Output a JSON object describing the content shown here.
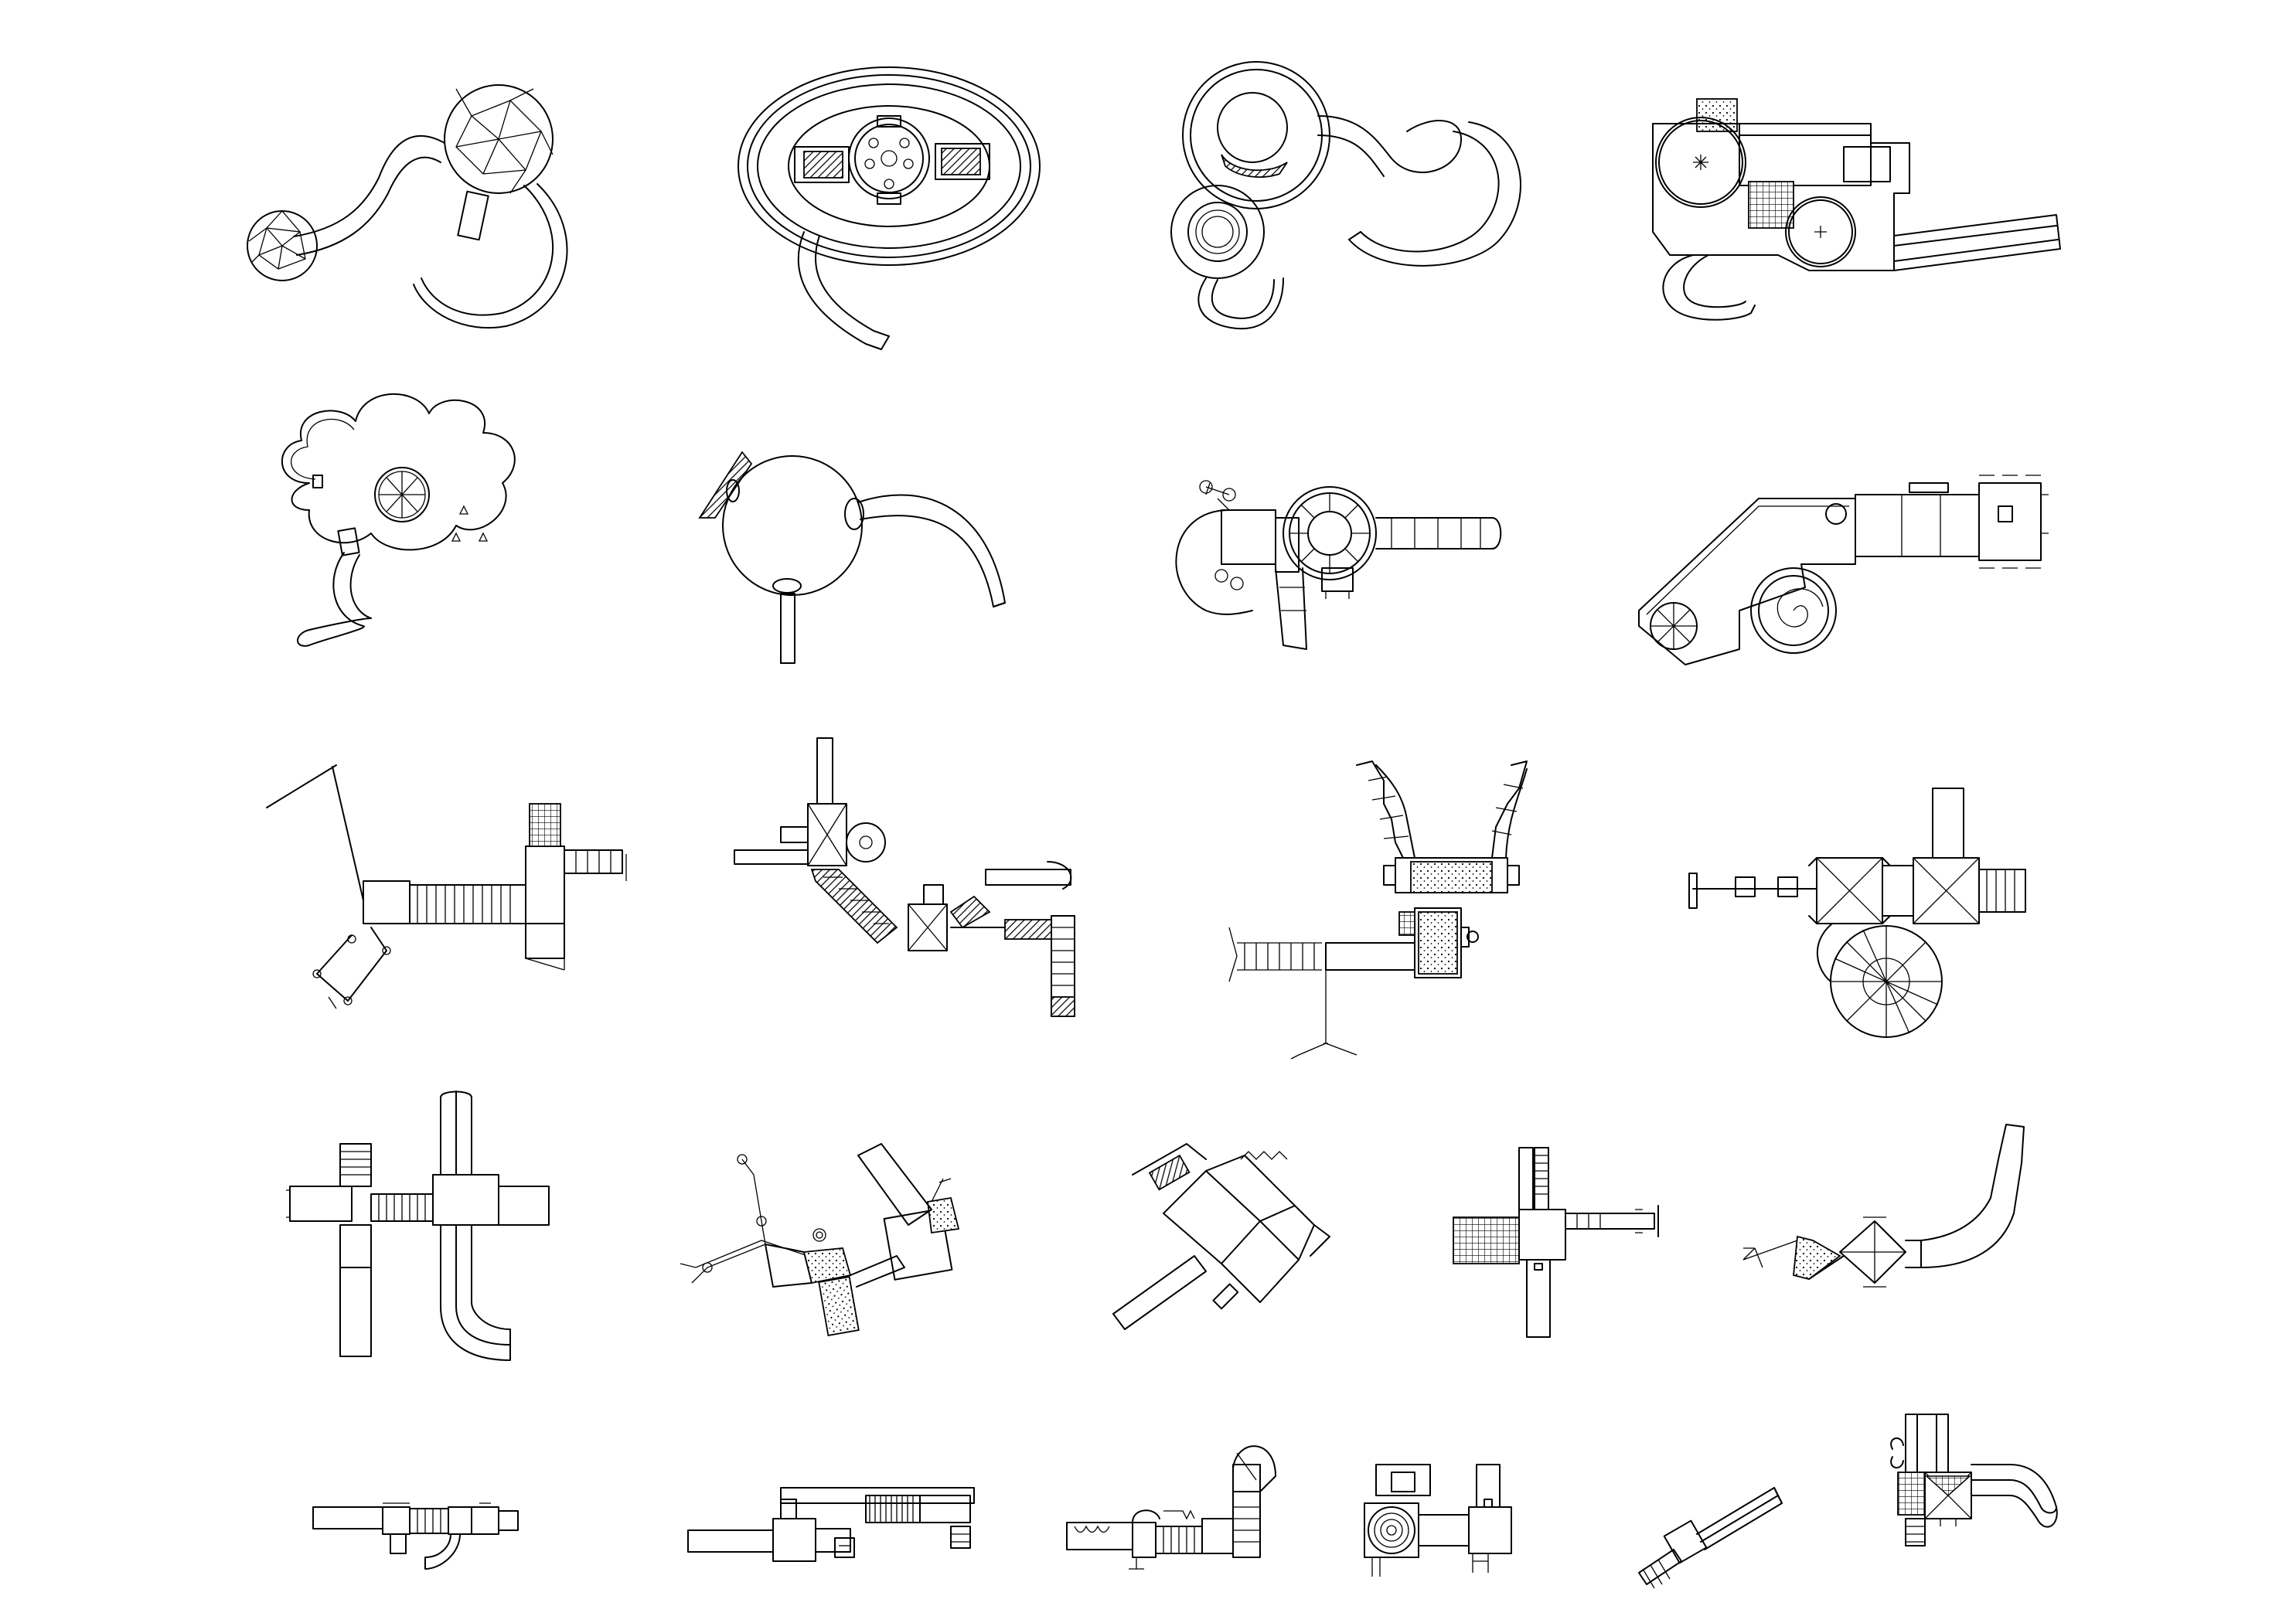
{
  "sheet": {
    "background": "#ffffff",
    "line_color": "#000000"
  },
  "symbols": [
    {
      "id": "geodesic-dome-play-structure",
      "row": 1,
      "col": 1
    },
    {
      "id": "oval-ring-play-structure",
      "row": 1,
      "col": 2
    },
    {
      "id": "round-tower-hook-slide-structure",
      "row": 1,
      "col": 3
    },
    {
      "id": "rectangular-deck-drum-structure",
      "row": 1,
      "col": 4
    },
    {
      "id": "cloud-deck-spiral-structure",
      "row": 2,
      "col": 1
    },
    {
      "id": "round-deck-curved-slide-structure",
      "row": 2,
      "col": 2
    },
    {
      "id": "wheel-tower-tube-slide-structure",
      "row": 2,
      "col": 3
    },
    {
      "id": "angled-deck-spiral-structure",
      "row": 2,
      "col": 4
    },
    {
      "id": "tower-bridge-swing-structure",
      "row": 3,
      "col": 1
    },
    {
      "id": "zigzag-ladder-structure",
      "row": 3,
      "col": 2
    },
    {
      "id": "twin-tube-slide-structure",
      "row": 3,
      "col": 3
    },
    {
      "id": "twin-tower-spiral-slide-structure",
      "row": 3,
      "col": 4
    },
    {
      "id": "double-slide-tower-structure",
      "row": 4,
      "col": 1
    },
    {
      "id": "rope-net-tower-structure",
      "row": 4,
      "col": 2
    },
    {
      "id": "diagonal-tower-slide-structure",
      "row": 4,
      "col": 3
    },
    {
      "id": "mesh-deck-cross-structure",
      "row": 4,
      "col": 4
    },
    {
      "id": "net-deck-hook-slide-structure",
      "row": 4,
      "col": 5
    },
    {
      "id": "small-linear-slide-structure",
      "row": 5,
      "col": 1
    },
    {
      "id": "long-bridge-structure",
      "row": 5,
      "col": 2
    },
    {
      "id": "climber-bridge-structure",
      "row": 5,
      "col": 3
    },
    {
      "id": "target-tower-structure",
      "row": 5,
      "col": 4
    },
    {
      "id": "diagonal-tube-structure",
      "row": 5,
      "col": 5
    },
    {
      "id": "mesh-tower-slide-structure",
      "row": 5,
      "col": 6
    }
  ]
}
